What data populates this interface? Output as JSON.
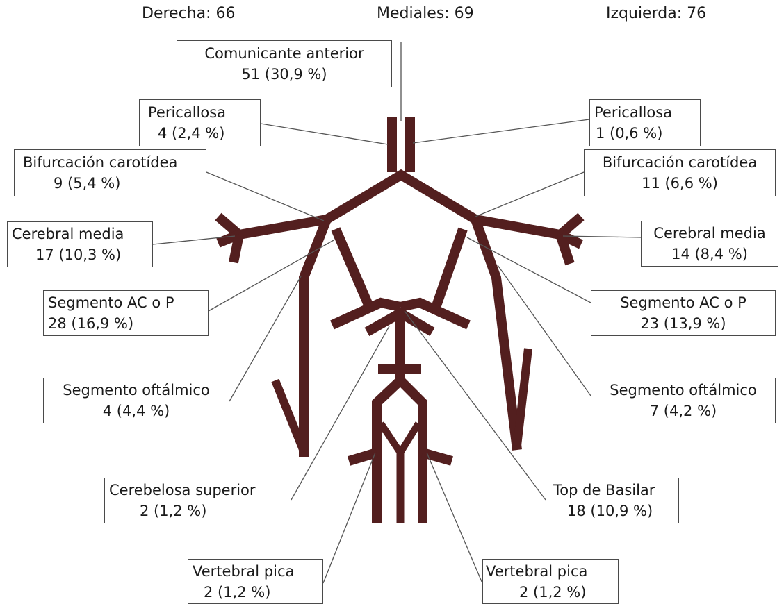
{
  "headers": {
    "right": "Derecha: 66",
    "medial": "Mediales: 69",
    "left": "Izquierda: 76"
  },
  "colors": {
    "vessel": "#531f1f",
    "leader": "#555555",
    "box_border": "#4a4a4a"
  },
  "labels": {
    "comunicante_anterior": {
      "name": "Comunicante anterior",
      "value": "51 (30,9 %)"
    },
    "pericallosa_der": {
      "name": "Pericallosa",
      "value": "4 (2,4 %)"
    },
    "pericallosa_izq": {
      "name": "Pericallosa",
      "value": "1 (0,6 %)"
    },
    "bifurcacion_der": {
      "name": "Bifurcación carotídea",
      "value": "9 (5,4 %)"
    },
    "bifurcacion_izq": {
      "name": "Bifurcación carotídea",
      "value": "11 (6,6 %)"
    },
    "cerebral_media_der": {
      "name": "Cerebral media",
      "value": "17 (10,3 %)"
    },
    "cerebral_media_izq": {
      "name": "Cerebral media",
      "value": "14 (8,4 %)"
    },
    "segmento_acop_der": {
      "name": "Segmento AC o P",
      "value": "28 (16,9 %)"
    },
    "segmento_acop_izq": {
      "name": "Segmento AC o P",
      "value": "23 (13,9 %)"
    },
    "oftalmico_der": {
      "name": "Segmento oftálmico",
      "value": "4 (4,4 %)"
    },
    "oftalmico_izq": {
      "name": "Segmento oftálmico",
      "value": "7 (4,2 %)"
    },
    "cerebelosa_superior": {
      "name": "Cerebelosa superior",
      "value": "2 (1,2 %)"
    },
    "top_basilar": {
      "name": "Top de Basilar",
      "value": "18 (10,9 %)"
    },
    "vertebral_pica_der": {
      "name": "Vertebral pica",
      "value": "2 (1,2 %)"
    },
    "vertebral_pica_izq": {
      "name": "Vertebral pica",
      "value": "2 (1,2 %)"
    }
  }
}
